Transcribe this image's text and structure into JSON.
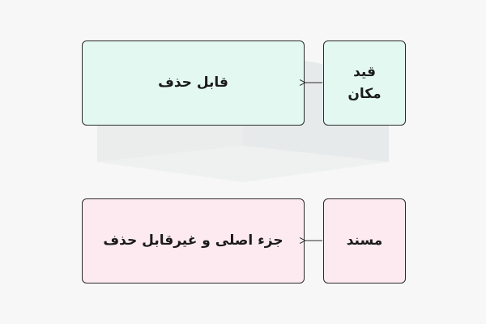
{
  "diagram": {
    "row1": {
      "source_label_line1": "قید",
      "source_label_line2": "مکان",
      "target_label": "قابل حذف"
    },
    "row2": {
      "source_label": "مسند",
      "target_label": "جزء اصلی و غیرقابل حذف"
    },
    "colors": {
      "row1_fill": "#e3f8f1",
      "row2_fill": "#fdeaf1",
      "border": "#2b2b2b",
      "background": "#f7f7f7"
    }
  }
}
